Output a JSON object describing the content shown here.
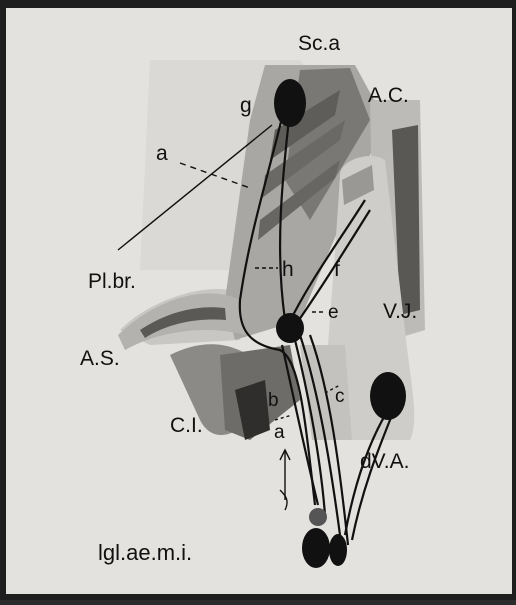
{
  "figure": {
    "labels": {
      "sca": "Sc.a",
      "g": "g",
      "ac": "A.C.",
      "a_top": "a",
      "plbr": "Pl.br.",
      "h": "h",
      "f": "f",
      "e": "e",
      "vj": "V.J.",
      "as": "A.S.",
      "b": "b",
      "c": "c",
      "ci": "C.I.",
      "a_bottom": "a",
      "dva": "dV.A.",
      "lgl": "lgl.ae.m.i."
    }
  }
}
